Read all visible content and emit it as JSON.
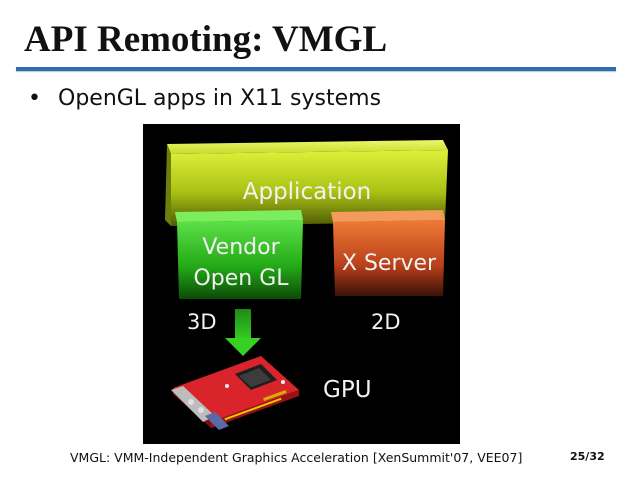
{
  "slide": {
    "title": "API Remoting: VMGL",
    "bullet": "OpenGL apps in X11 systems",
    "footnote": "VMGL: VMM-Independent Graphics Acceleration [XenSummit'07, VEE07]",
    "page_number": "25/32"
  },
  "diagram": {
    "application_label": "Application",
    "vendor_line1": "Vendor",
    "vendor_line2": "Open GL",
    "xserver_label": "X Server",
    "label_3d": "3D",
    "label_2d": "2D",
    "gpu_label": "GPU"
  },
  "colors": {
    "title_rule": "#2e6db4",
    "application_box": "#c6dc1e",
    "vendor_box": "#2ec41c",
    "xserver_box": "#d8541e",
    "arrow": "#2ec41c",
    "gpu_card": "#d8242a"
  }
}
